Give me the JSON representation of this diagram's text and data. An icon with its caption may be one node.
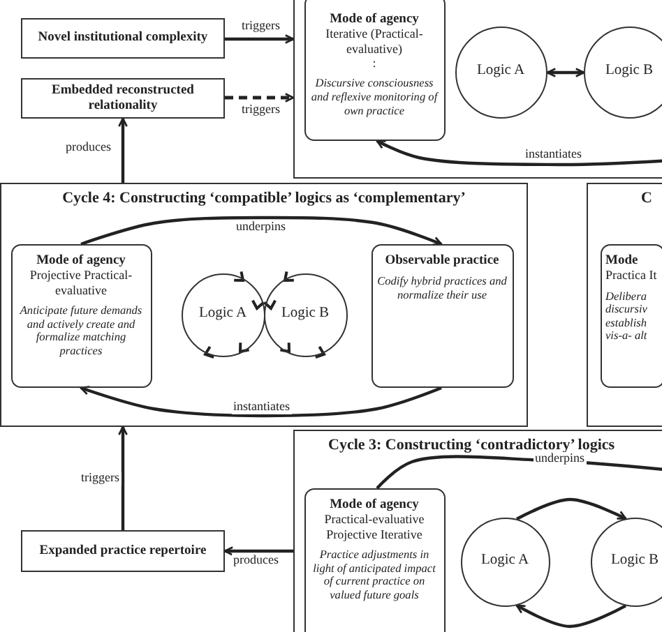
{
  "diagram": {
    "nodes": [
      {
        "text": [],
        "shape": "box"
      },
      {
        "text": [
          "Mode of agency",
          "Iterative (Practical-evaluative)",
          ":",
          "Discursive consciousness and reflexive monitoring of own practice"
        ],
        "in": 0
      },
      {
        "text": [
          "Logic A"
        ],
        "in": 0
      },
      {
        "text": [
          "Logic B"
        ],
        "in": 0
      },
      {
        "text": [
          "Novel institutional complexity"
        ]
      },
      {
        "text": [
          "Embedded reconstructed relationality"
        ]
      },
      {
        "text": [
          "Cycle 4: Constructing ‘compatible’ logics as ‘complementary’"
        ]
      },
      {
        "text": [
          "Mode of agency",
          "Projective Practical-evaluative",
          "Anticipate future demands and actively create and formalize matching practices"
        ],
        "in": 6
      },
      {
        "text": [
          "Logic A"
        ],
        "in": 6
      },
      {
        "text": [
          "Logic B"
        ],
        "in": 6
      },
      {
        "text": [
          "Observable practice",
          "Codify hybrid practices and normalize their use"
        ],
        "in": 6
      },
      {
        "text": [
          "C"
        ]
      },
      {
        "text": [
          "Mode",
          "Practica It",
          "Delibera discursiv establish vis-a- alt"
        ],
        "in": 11
      },
      {
        "text": [
          "Expanded practice repertoire"
        ]
      },
      {
        "text": [
          "Cycle 3: Constructing ‘contradictory’ logics"
        ]
      },
      {
        "text": [
          "Mode of agency",
          "Practical-evaluative Projective Iterative",
          "Practice adjustments in light of anticipated impact of current practice on valued future goals"
        ],
        "in": 14
      },
      {
        "text": [
          "Logic A"
        ],
        "in": 14
      },
      {
        "text": [
          "Logic B"
        ],
        "in": 14
      }
    ],
    "edges": [
      {
        "from": 4,
        "to": 0,
        "arrow": "to",
        "label": "triggers"
      },
      {
        "from": 5,
        "to": 0,
        "arrow": "to",
        "label": "triggers",
        "style": "dashed"
      },
      {
        "from": 2,
        "to": 3,
        "arrow": "both"
      },
      {
        "from": null,
        "to": 1,
        "arrow": "to",
        "label": "instantiates"
      },
      {
        "from": 6,
        "to": 5,
        "arrow": "to",
        "label": "produces"
      },
      {
        "from": 7,
        "to": 10,
        "arrow": "to",
        "label": "underpins"
      },
      {
        "from": 10,
        "to": 7,
        "arrow": "to",
        "label": "instantiates"
      },
      {
        "from": 14,
        "to": 13,
        "arrow": "to",
        "label": "produces"
      },
      {
        "from": 13,
        "to": 6,
        "arrow": "to",
        "label": "triggers"
      },
      {
        "from": 15,
        "to": null,
        "arrow": "none",
        "label": "underpins"
      },
      {
        "from": 16,
        "to": 17,
        "arrow": "to"
      },
      {
        "from": 17,
        "to": 16,
        "arrow": "to"
      }
    ]
  }
}
